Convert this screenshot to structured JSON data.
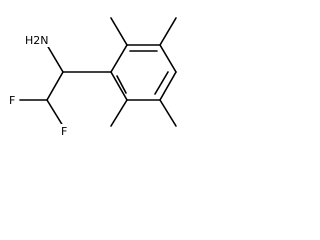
{
  "structure": {
    "labels": {
      "amine": "H2N",
      "fluorine_top": "F",
      "fluorine_bottom": "F"
    },
    "bond_color": "#000000",
    "background": "#ffffff"
  }
}
